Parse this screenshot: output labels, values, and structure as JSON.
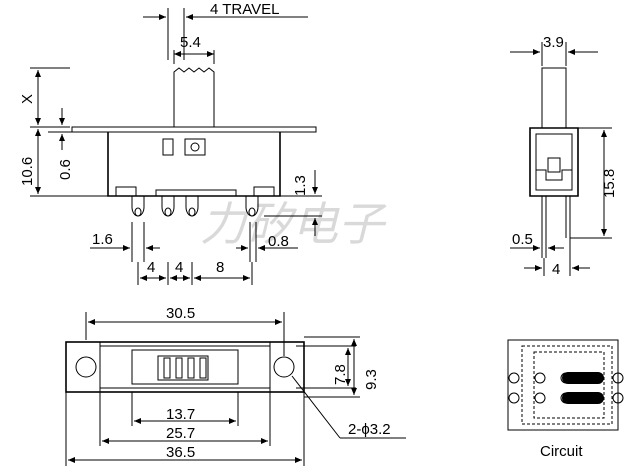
{
  "dimensions": {
    "travel": "4 TRAVEL",
    "knob_width": "5.4",
    "knob_height": "X",
    "body_height": "10.6",
    "plate_thickness": "0.6",
    "pin_length": "1.3",
    "pin_pitch_left": "1.6",
    "pin_width": "0.8",
    "pitch_1": "4",
    "pitch_2": "4",
    "pitch_3": "8",
    "side_width": "3.9",
    "side_height": "15.8",
    "side_pin_thickness": "0.5",
    "side_pin_pitch": "4",
    "plate_top": "30.5",
    "hole_inner": "7.8",
    "plate_height": "9.3",
    "hole_spacing_1": "13.7",
    "hole_spacing_2": "25.7",
    "plate_total": "36.5",
    "hole_dia": "2-ϕ3.2"
  },
  "labels": {
    "circuit": "Circuit",
    "watermark": "力矽电子"
  }
}
